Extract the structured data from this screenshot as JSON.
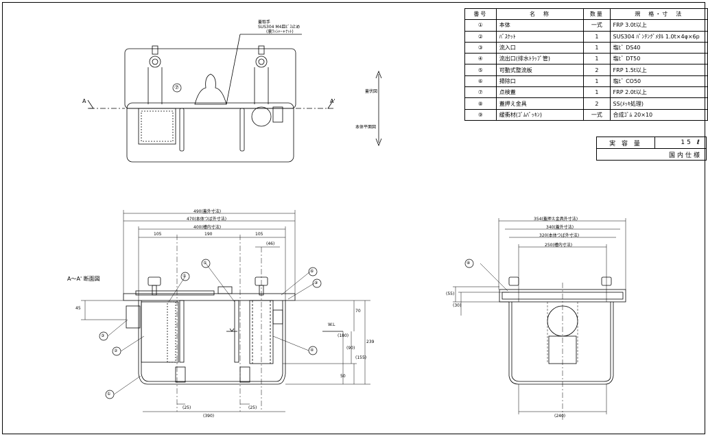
{
  "parts_table": {
    "headers": [
      "番号",
      "名　称",
      "数量",
      "規　格・寸　法"
    ],
    "rows": [
      [
        "①",
        "本体",
        "一式",
        "FRP 3.0t以上"
      ],
      [
        "②",
        "ﾊﾞｽｹｯﾄ",
        "1",
        "SUS304 ﾊﾟﾝﾁﾝｸﾞﾒﾀﾙ 1.0t×4φ×6p"
      ],
      [
        "③",
        "流入口",
        "1",
        "塩ﾋﾞ DS40"
      ],
      [
        "④",
        "流出口(排水ﾄﾗｯﾌﾟ管)",
        "1",
        "塩ﾋﾞ DT50"
      ],
      [
        "⑤",
        "可動式整流板",
        "2",
        "FRP 1.5t以上"
      ],
      [
        "⑥",
        "掃除口",
        "1",
        "塩ﾋﾞ CO50"
      ],
      [
        "⑦",
        "点検蓋",
        "1",
        "FRP 2.0t以上"
      ],
      [
        "⑧",
        "蓋押え金具",
        "2",
        "SS(ﾒｯｷ処理)"
      ],
      [
        "⑨",
        "緩衝材(ｺﾞﾑﾊﾟｯｷﾝ)",
        "一式",
        "合成ｺﾞﾑ 20×10"
      ]
    ]
  },
  "capacity": {
    "label": "実 容 量",
    "value": "15",
    "unit": "ℓ",
    "spec": "国内仕様"
  },
  "top_view": {
    "note_line1": "蓋取手",
    "note_line2": "SUS304 M4皿ﾋﾞｽ止め",
    "note_line3": "(裏ﾜｯｼｬｰ+ﾅｯﾄ)",
    "section_left": "A",
    "section_right": "A'",
    "part_marker": "⑦",
    "arrow_top_label": "蓋伏図",
    "arrow_bottom_label": "本体平面図"
  },
  "front_view": {
    "title": "A～A' 断面図",
    "dims": {
      "d490": "490(蓋外寸法)",
      "d470": "470(本体つば外寸法)",
      "d400": "400(槽内寸法)",
      "d105a": "105",
      "d190": "190",
      "d105b": "105",
      "d46": "(46)",
      "d45": "45",
      "d70": "70",
      "d180": "(180)",
      "d90": "(90)",
      "d155": "(155)",
      "d239": "239",
      "d50": "50",
      "d25a": "(25)",
      "d25b": "(25)",
      "d390": "(390)",
      "wl": "W.L"
    },
    "markers": [
      "①",
      "②",
      "③",
      "④",
      "⑤",
      "⑥",
      "⑨",
      "⑤"
    ]
  },
  "side_view": {
    "dims": {
      "d354": "354(蓋押え金具外寸法)",
      "d340": "340(蓋外寸法)",
      "d320": "320(本体つば外寸法)",
      "d250": "250(槽内寸法)",
      "d55": "(55)",
      "d30": "(30)",
      "d240": "(240)"
    },
    "marker": "⑧"
  }
}
